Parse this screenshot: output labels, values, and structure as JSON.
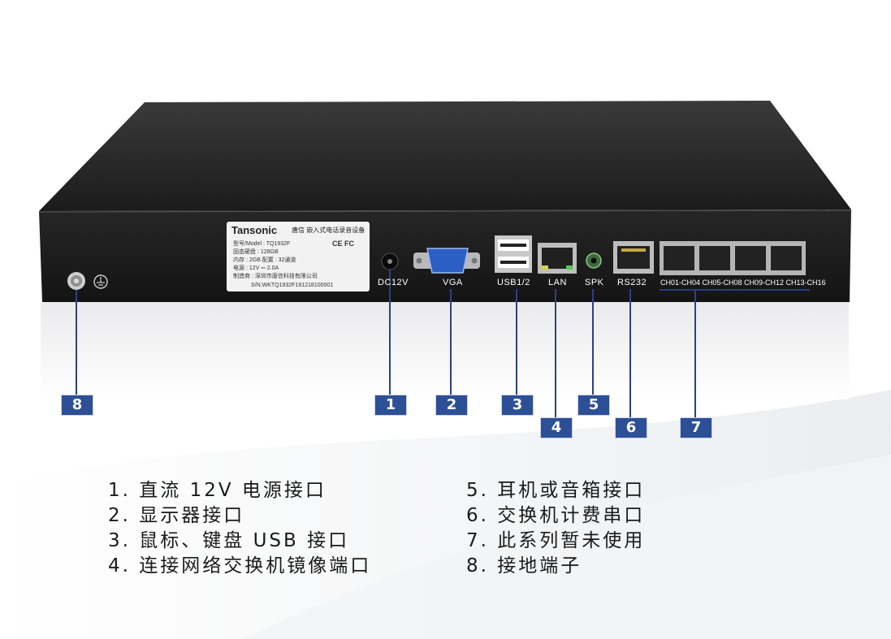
{
  "device": {
    "sticker": {
      "brand": "Tansonic",
      "brand_cn": "唐信",
      "product": "嵌入式电话录音设备",
      "lines": [
        "型号/Model : TQ1932F",
        "固态硬盘 : 128GB",
        "内存 : 2GB 配置 : 32通道",
        "电源 : 12V ⎓ 2.0A",
        "制造商 : 深圳市唐信科技有限公司"
      ],
      "certs": "CE FC",
      "serial": "S/N:WKTQ1932F191218100001"
    },
    "port_labels": {
      "dc": "DC12V",
      "vga": "VGA",
      "usb": "USB1/2",
      "lan": "LAN",
      "spk": "SPK",
      "rs232": "RS232",
      "channels": "CH01-CH04 CH05-CH08 CH09-CH12 CH13-CH16"
    }
  },
  "badges": [
    "1",
    "2",
    "3",
    "4",
    "5",
    "6",
    "7",
    "8"
  ],
  "legend_left": [
    "1. 直流 12V 电源接口",
    "2. 显示器接口",
    "3. 鼠标、键盘 USB 接口",
    "4. 连接网络交换机镜像端口"
  ],
  "legend_right": [
    "5. 耳机或音箱接口",
    "6. 交换机计费串口",
    "7. 此系列暂未使用",
    "8. 接地端子"
  ],
  "colors": {
    "badge": "#2d4f96",
    "chassis": "#1e1e1e",
    "leader": "#2f3f86"
  }
}
